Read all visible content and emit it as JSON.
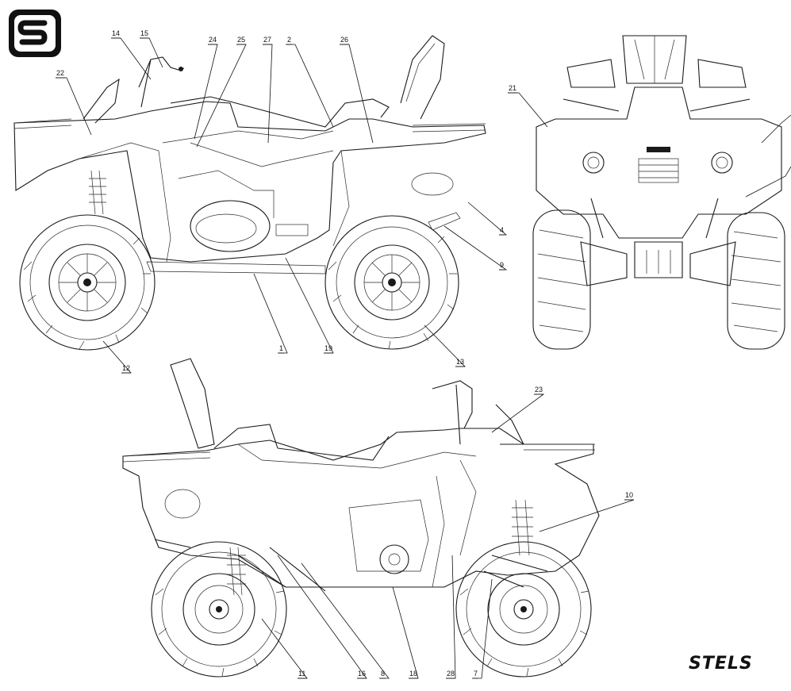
{
  "brand_text": "STELS",
  "callouts": [
    "1",
    "2",
    "4",
    "7",
    "8",
    "9",
    "10",
    "11",
    "12",
    "13",
    "14",
    "15",
    "16",
    "18",
    "19",
    "21",
    "22",
    "23",
    "24",
    "25",
    "26",
    "27",
    "28"
  ]
}
